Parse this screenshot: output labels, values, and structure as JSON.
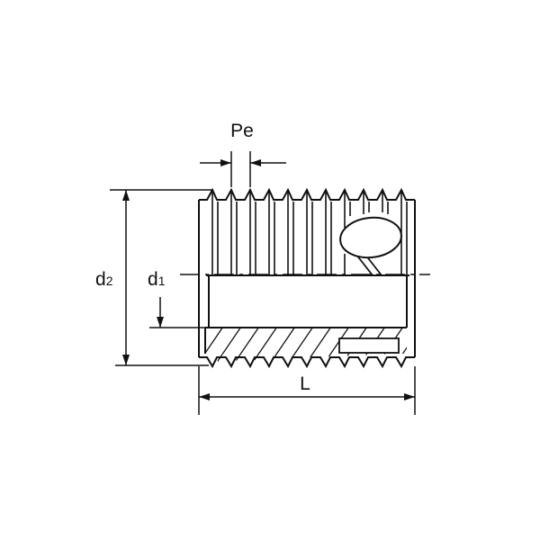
{
  "labels": {
    "pitch": "Pe",
    "outer_diameter_letter": "d",
    "outer_diameter_index": "2",
    "inner_diameter_letter": "d",
    "inner_diameter_index": "1",
    "length": "L"
  },
  "colors": {
    "line": "#111111",
    "background": "#ffffff"
  }
}
